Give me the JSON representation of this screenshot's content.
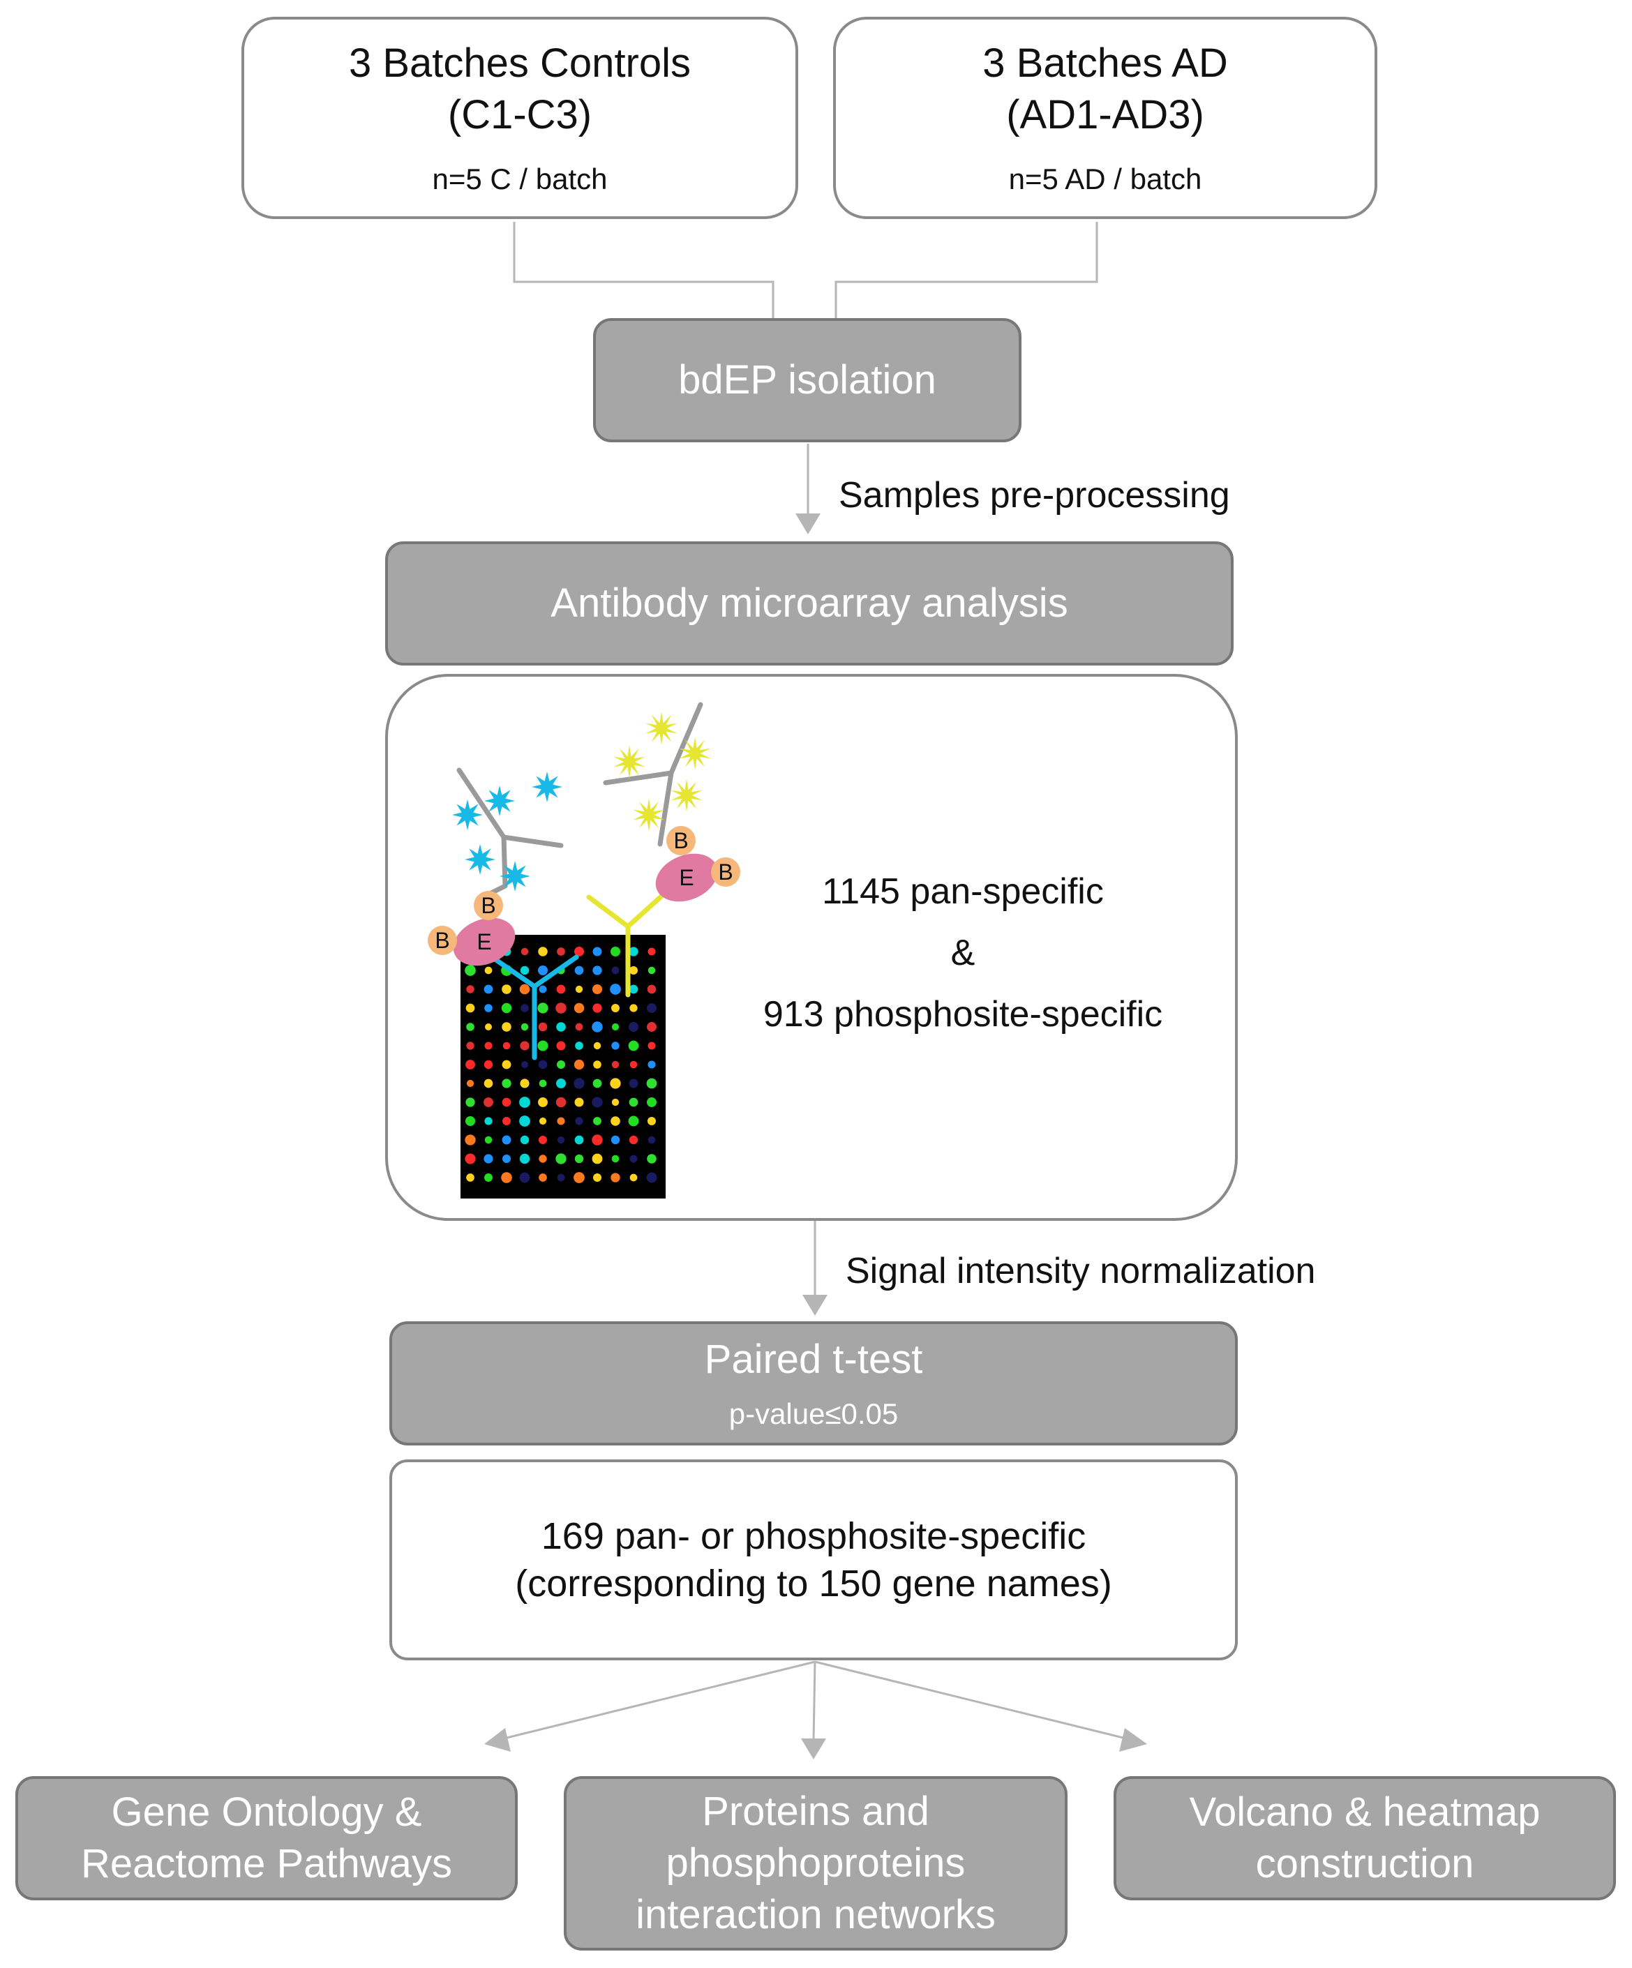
{
  "batches": {
    "controls": {
      "title": "3 Batches Controls",
      "subtitle": "(C1-C3)",
      "n": "n=5 C / batch"
    },
    "ad": {
      "title": "3 Batches AD",
      "subtitle": "(AD1-AD3)",
      "n": "n=5 AD / batch"
    }
  },
  "steps": {
    "isolation": "bdEP isolation",
    "preprocessing": "Samples pre-processing",
    "microarray": "Antibody microarray analysis",
    "normalization": "Signal intensity normalization",
    "ttest": {
      "title": "Paired t-test",
      "threshold": "p-value≤0.05"
    }
  },
  "array_panel": {
    "pan": "1145 pan-specific",
    "amp": "&",
    "phospho": "913 phosphosite-specific",
    "labels": {
      "biotin": "B",
      "enzyme": "E"
    }
  },
  "result": {
    "line1": "169 pan- or phosphosite-specific",
    "line2": "(corresponding to 150 gene names)"
  },
  "outputs": {
    "go": {
      "line1": "Gene Ontology &",
      "line2": "Reactome Pathways"
    },
    "network": {
      "line1": "Proteins and",
      "line2": "phosphoproteins",
      "line3": "interaction networks"
    },
    "volcano": {
      "line1": "Volcano & heatmap",
      "line2": "construction"
    }
  },
  "colors": {
    "grey_box": "#a6a6a6",
    "connector": "#b5b5b5",
    "cyan": "#17b9e6",
    "yellow": "#e6e632",
    "enzyme": "#e07aa0",
    "biotin": "#f6b77a"
  }
}
